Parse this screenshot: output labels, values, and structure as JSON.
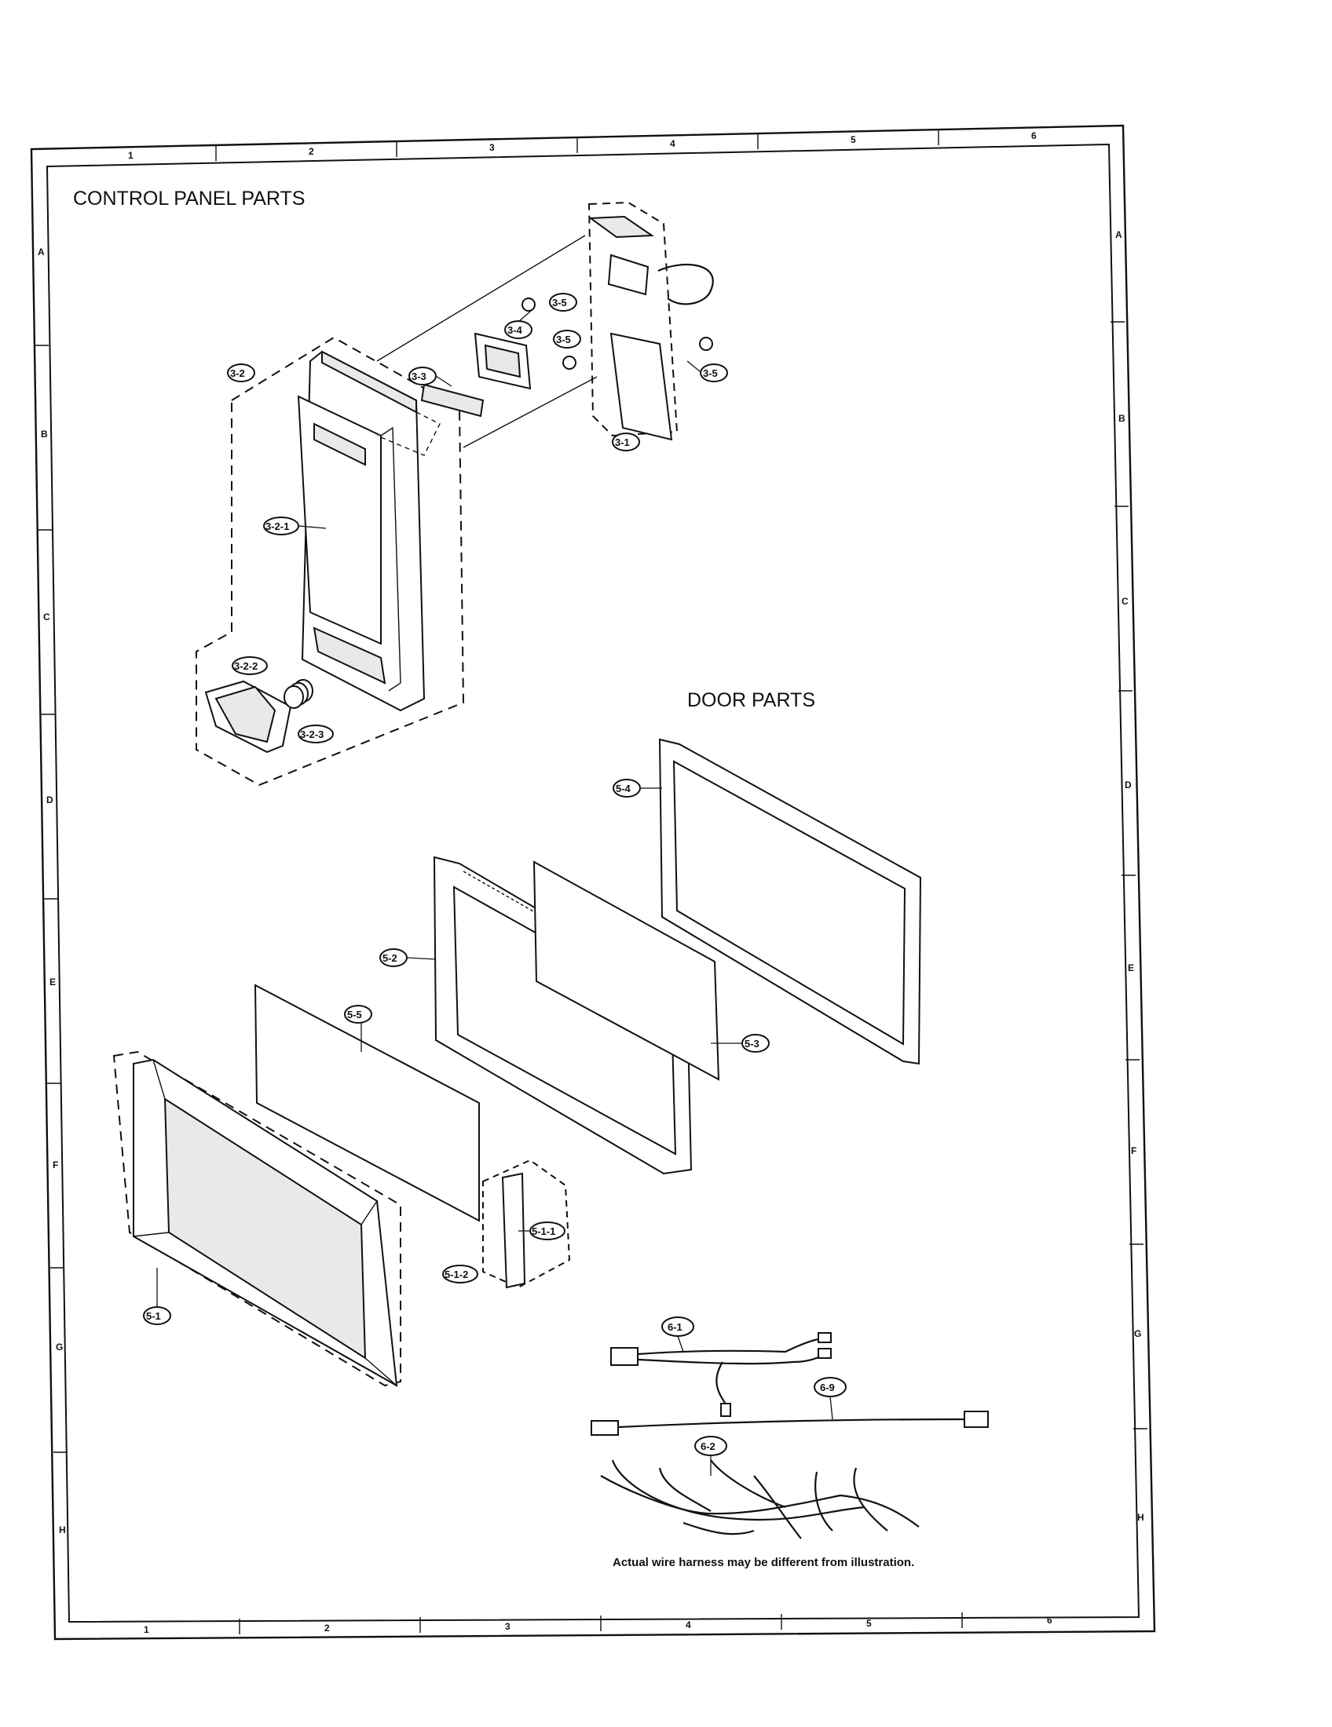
{
  "sections": {
    "control_panel": "CONTROL PANEL PARTS",
    "door": "DOOR PARTS"
  },
  "grid": {
    "columns": [
      "1",
      "2",
      "3",
      "4",
      "5",
      "6"
    ],
    "rows": [
      "A",
      "B",
      "C",
      "D",
      "E",
      "F",
      "G",
      "H"
    ]
  },
  "callouts": {
    "c_3_5a": "3-5",
    "c_3_4": "3-4",
    "c_3_5b": "3-5",
    "c_3_5c": "3-5",
    "c_3_2": "3-2",
    "c_3_3": "3-3",
    "c_3_1": "3-1",
    "c_3_2_1": "3-2-1",
    "c_3_2_2": "3-2-2",
    "c_3_2_3": "3-2-3",
    "c_5_4": "5-4",
    "c_5_2": "5-2",
    "c_5_5": "5-5",
    "c_5_3": "5-3",
    "c_5_1_1": "5-1-1",
    "c_5_1_2": "5-1-2",
    "c_5_1": "5-1",
    "c_6_1": "6-1",
    "c_6_9": "6-9",
    "c_6_2": "6-2"
  },
  "note": "Actual wire harness may be different from illustration."
}
